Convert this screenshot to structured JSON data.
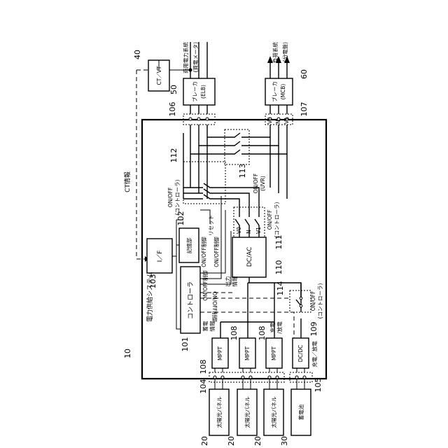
{
  "ref": {
    "system": "10",
    "pv_a": "20",
    "pv_b": "20",
    "pv_c": "20",
    "battery": "30",
    "ctvt": "40",
    "breaker_grid": "50",
    "breaker_load": "60",
    "controller": "101",
    "memory": "102",
    "interface": "103",
    "terminal_pv": "104",
    "terminal_batt": "105",
    "terminal_grid": "106",
    "terminal_load": "107",
    "mppt": "108",
    "mppt_b": "108",
    "mppt_c": "108",
    "dcdc": "109",
    "dcac": "110",
    "sw111": "111",
    "sw112": "112",
    "sw113": "113",
    "sw114": "114"
  },
  "labels": {
    "system_title": "電力供給システム",
    "pv_panel": "太陽光パネル",
    "battery": "蓄電池",
    "mppt": "MPPT",
    "dcdc": "DC/DC",
    "dcac": "DC/AC",
    "controller": "コントローラ",
    "memory": "記憶部",
    "interface": "I／F",
    "ctvt": "CT／VT",
    "breaker": "ブレーカ",
    "elb": "(ELB)",
    "mcb": "(MCB)",
    "grid_line1": "商用電力系統",
    "grid_line2": "(買電メータ)",
    "load_line1": "負荷系統",
    "load_line2": "(分電盤)",
    "ct_info": "CT情報",
    "onoff": "ON/OFF",
    "controller_paren": "(コントローラ)",
    "uvr": "(UVR)",
    "onoff_ctrl": "ON/OFF制御",
    "reset": "リセット",
    "output_info_1": "出力",
    "output_info_2": "情報",
    "storage_info_1": "蓄電",
    "storage_info_2": "情報",
    "charge_1": "充電",
    "charge_2": "/放電",
    "charge_discharge": "充電／放電",
    "v0": "V0",
    "n": "N",
    "v1": "V1"
  }
}
